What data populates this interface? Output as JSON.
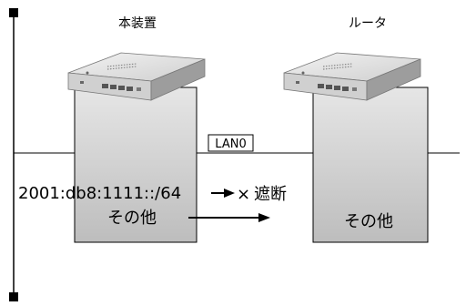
{
  "devices": {
    "device1_name": "本装置",
    "device2_name": "ルータ"
  },
  "network": {
    "interface_label": "LAN0"
  },
  "traffic": {
    "prefix": "2001:db8:1111::/64",
    "blocked_label": "遮断",
    "blocked_mark": "×",
    "other_label_left": "その他",
    "other_label_right": "その他"
  }
}
